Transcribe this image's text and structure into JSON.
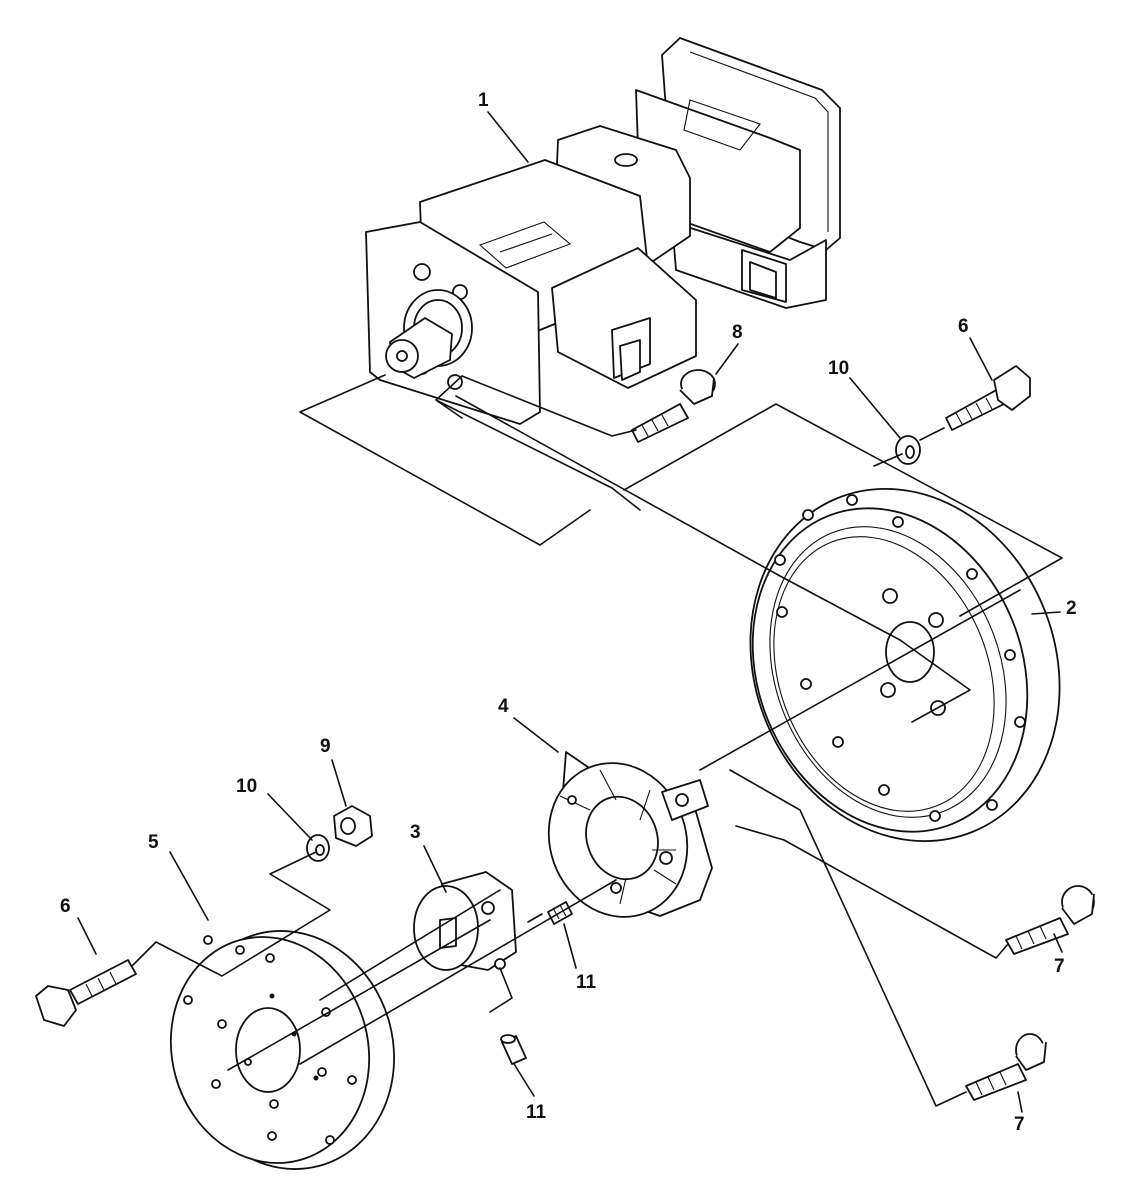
{
  "callouts": [
    {
      "id": "c1",
      "text": "1"
    },
    {
      "id": "c2",
      "text": "2"
    },
    {
      "id": "c3",
      "text": "3"
    },
    {
      "id": "c4",
      "text": "4"
    },
    {
      "id": "c5",
      "text": "5"
    },
    {
      "id": "c6a",
      "text": "6"
    },
    {
      "id": "c6b",
      "text": "6"
    },
    {
      "id": "c7a",
      "text": "7"
    },
    {
      "id": "c7b",
      "text": "7"
    },
    {
      "id": "c8",
      "text": "8"
    },
    {
      "id": "c9",
      "text": "9"
    },
    {
      "id": "c10a",
      "text": "10"
    },
    {
      "id": "c10b",
      "text": "10"
    },
    {
      "id": "c11a",
      "text": "11"
    },
    {
      "id": "c11b",
      "text": "11"
    }
  ]
}
